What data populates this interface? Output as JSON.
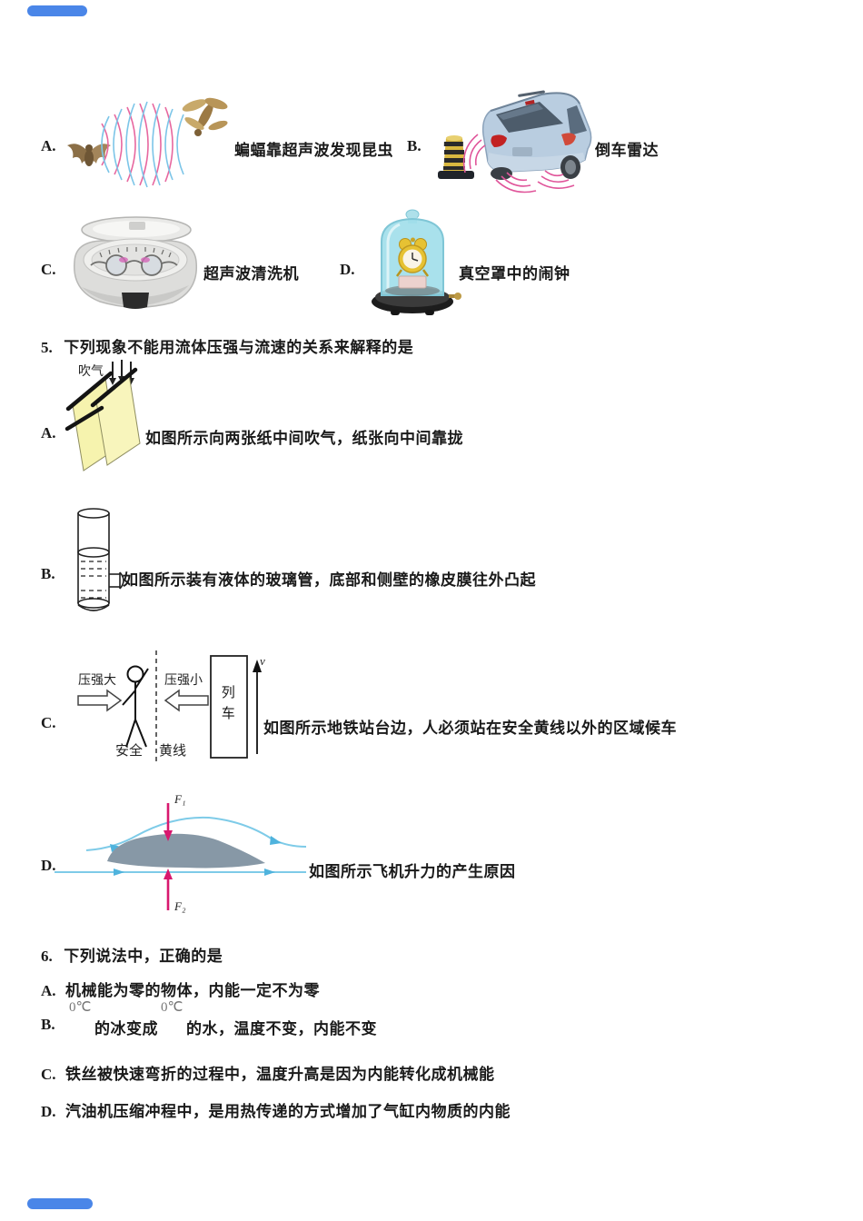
{
  "decor": {
    "bar_color": "#4a86e8"
  },
  "q4": {
    "options": [
      {
        "letter": "A.",
        "caption": "蝙蝠靠超声波发现昆虫",
        "figure_name": "bat-ultrasound-insect-figure"
      },
      {
        "letter": "B.",
        "caption": "倒车雷达",
        "figure_name": "car-reversing-radar-figure"
      },
      {
        "letter": "C.",
        "caption": "超声波清洗机",
        "figure_name": "ultrasonic-cleaner-figure"
      },
      {
        "letter": "D.",
        "caption": "真空罩中的闹钟",
        "figure_name": "alarm-clock-in-vacuum-jar-figure"
      }
    ]
  },
  "q5": {
    "number": "5.",
    "stem": "下列现象不能用流体压强与流速的关系来解释的是",
    "options": [
      {
        "letter": "A.",
        "caption": "如图所示向两张纸中间吹气，纸张向中间靠拢",
        "figure_name": "blowing-between-papers-figure",
        "labels": {
          "blow": "吹气"
        }
      },
      {
        "letter": "B.",
        "caption": "如图所示装有液体的玻璃管，底部和侧壁的橡皮膜往外凸起",
        "figure_name": "liquid-glass-tube-figure"
      },
      {
        "letter": "C.",
        "caption": "如图所示地铁站台边，人必须站在安全黄线以外的区域候车",
        "figure_name": "subway-platform-figure",
        "labels": {
          "pressure_big": "压强大",
          "pressure_small": "压强小",
          "train": "列车",
          "velocity": "v",
          "safety": "安全",
          "yellow_line": "黄线"
        }
      },
      {
        "letter": "D.",
        "caption": "如图所示飞机升力的产生原因",
        "figure_name": "airfoil-lift-figure",
        "labels": {
          "f1": "F₁",
          "f2": "F₂"
        }
      }
    ]
  },
  "q6": {
    "number": "6.",
    "stem": "下列说法中，正确的是",
    "options": [
      {
        "letter": "A.",
        "text": "机械能为零的物体，内能一定不为零"
      },
      {
        "letter": "B.",
        "temp1": "0℃",
        "mid1": "的冰变成",
        "temp2": "0℃",
        "rest": "的水，温度不变，内能不变"
      },
      {
        "letter": "C.",
        "text": "铁丝被快速弯折的过程中，温度升高是因为内能转化成机械能"
      },
      {
        "letter": "D.",
        "text": "汽油机压缩冲程中，是用热传递的方式增加了气缸内物质的内能"
      }
    ]
  }
}
